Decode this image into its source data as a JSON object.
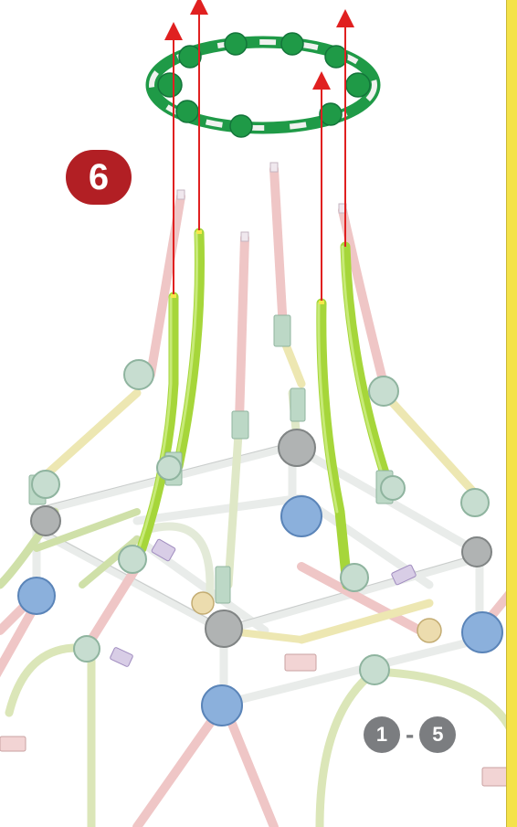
{
  "step_badge": {
    "number": "6",
    "color": "#b21f24"
  },
  "step_range": {
    "from": "1",
    "separator": "-",
    "to": "5",
    "color": "#7b7d80"
  },
  "colors": {
    "ring_connector": "#1f9a47",
    "ring_rod": "#f0f2ef",
    "arrow": "#e02020",
    "new_rod": "#a6d63a",
    "pink_rod": "#efc6c6",
    "yellow_rod": "#ede7b2",
    "white_rod": "#eef0ee",
    "blue_connector": "#7ea6d6",
    "gray_connector": "#a3a6a6",
    "mint_connector": "#bcd8c6",
    "side_strip": "#f4e24a"
  }
}
